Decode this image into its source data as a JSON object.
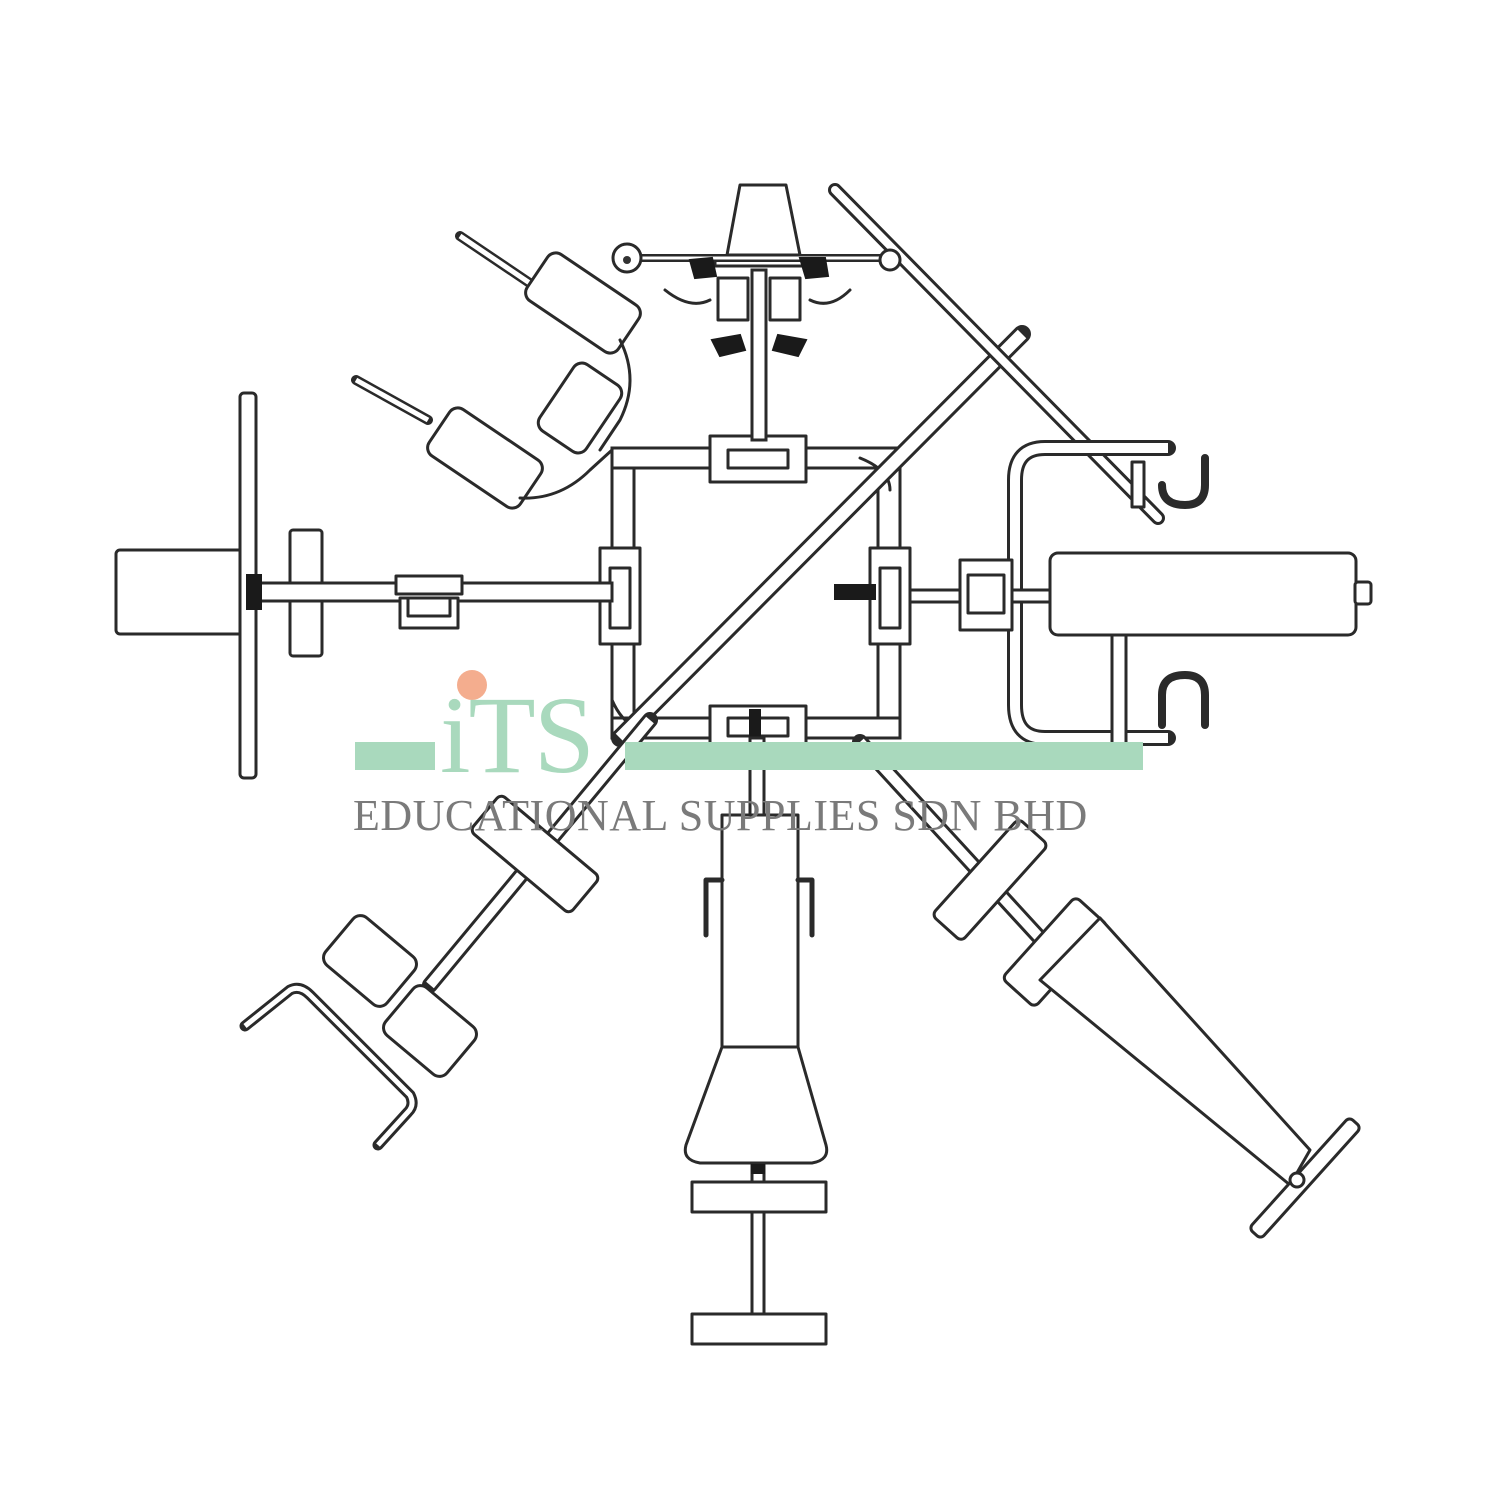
{
  "diagram": {
    "subject": "multi-station home gym top view",
    "line_color": "#2a2a2a",
    "background_color": "#ffffff",
    "stations": [
      {
        "name": "pec-deck-station",
        "position": "top"
      },
      {
        "name": "leg-developer-upper-left",
        "position": "upper-left"
      },
      {
        "name": "lat-pulldown-bar",
        "position": "upper-right"
      },
      {
        "name": "press-arm-station",
        "position": "left"
      },
      {
        "name": "preacher-curl-station",
        "position": "right"
      },
      {
        "name": "leg-extension-station",
        "position": "lower-left"
      },
      {
        "name": "flat-bench",
        "position": "bottom"
      },
      {
        "name": "incline-bench",
        "position": "lower-right"
      }
    ]
  },
  "watermark": {
    "logo_text": "iTS",
    "company": "EDUCATIONAL SUPPLIES SDN BHD",
    "bar_color": "#a9d9bd",
    "dot_color": "#f4ad8e",
    "text_color": "#7a7a7a"
  }
}
